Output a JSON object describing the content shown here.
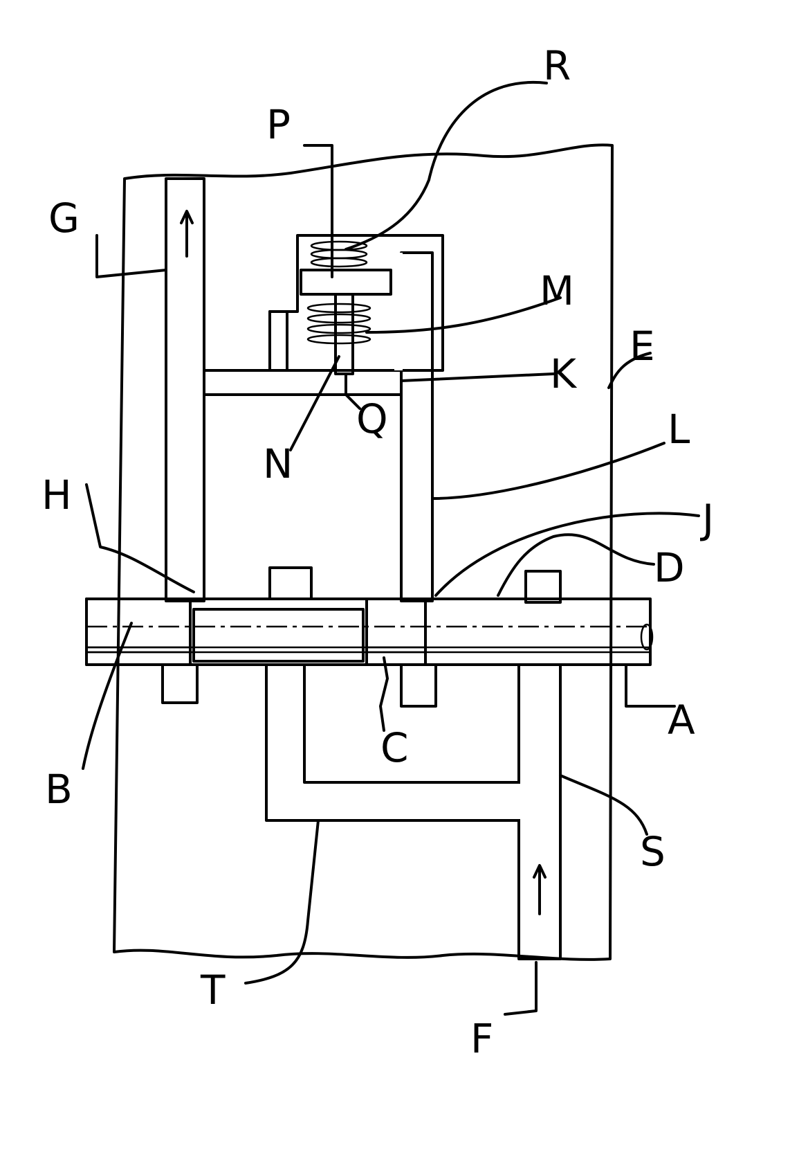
{
  "figure": {
    "labels": {
      "R": "R",
      "P": "P",
      "G": "G",
      "M": "M",
      "E": "E",
      "K": "K",
      "Q": "Q",
      "N": "N",
      "L": "L",
      "H": "H",
      "J": "J",
      "D": "D",
      "A": "A",
      "B": "B",
      "C": "C",
      "S": "S",
      "T": "T",
      "F": "F"
    },
    "colors": {
      "ink": "#000000",
      "paper": "#ffffff"
    }
  }
}
